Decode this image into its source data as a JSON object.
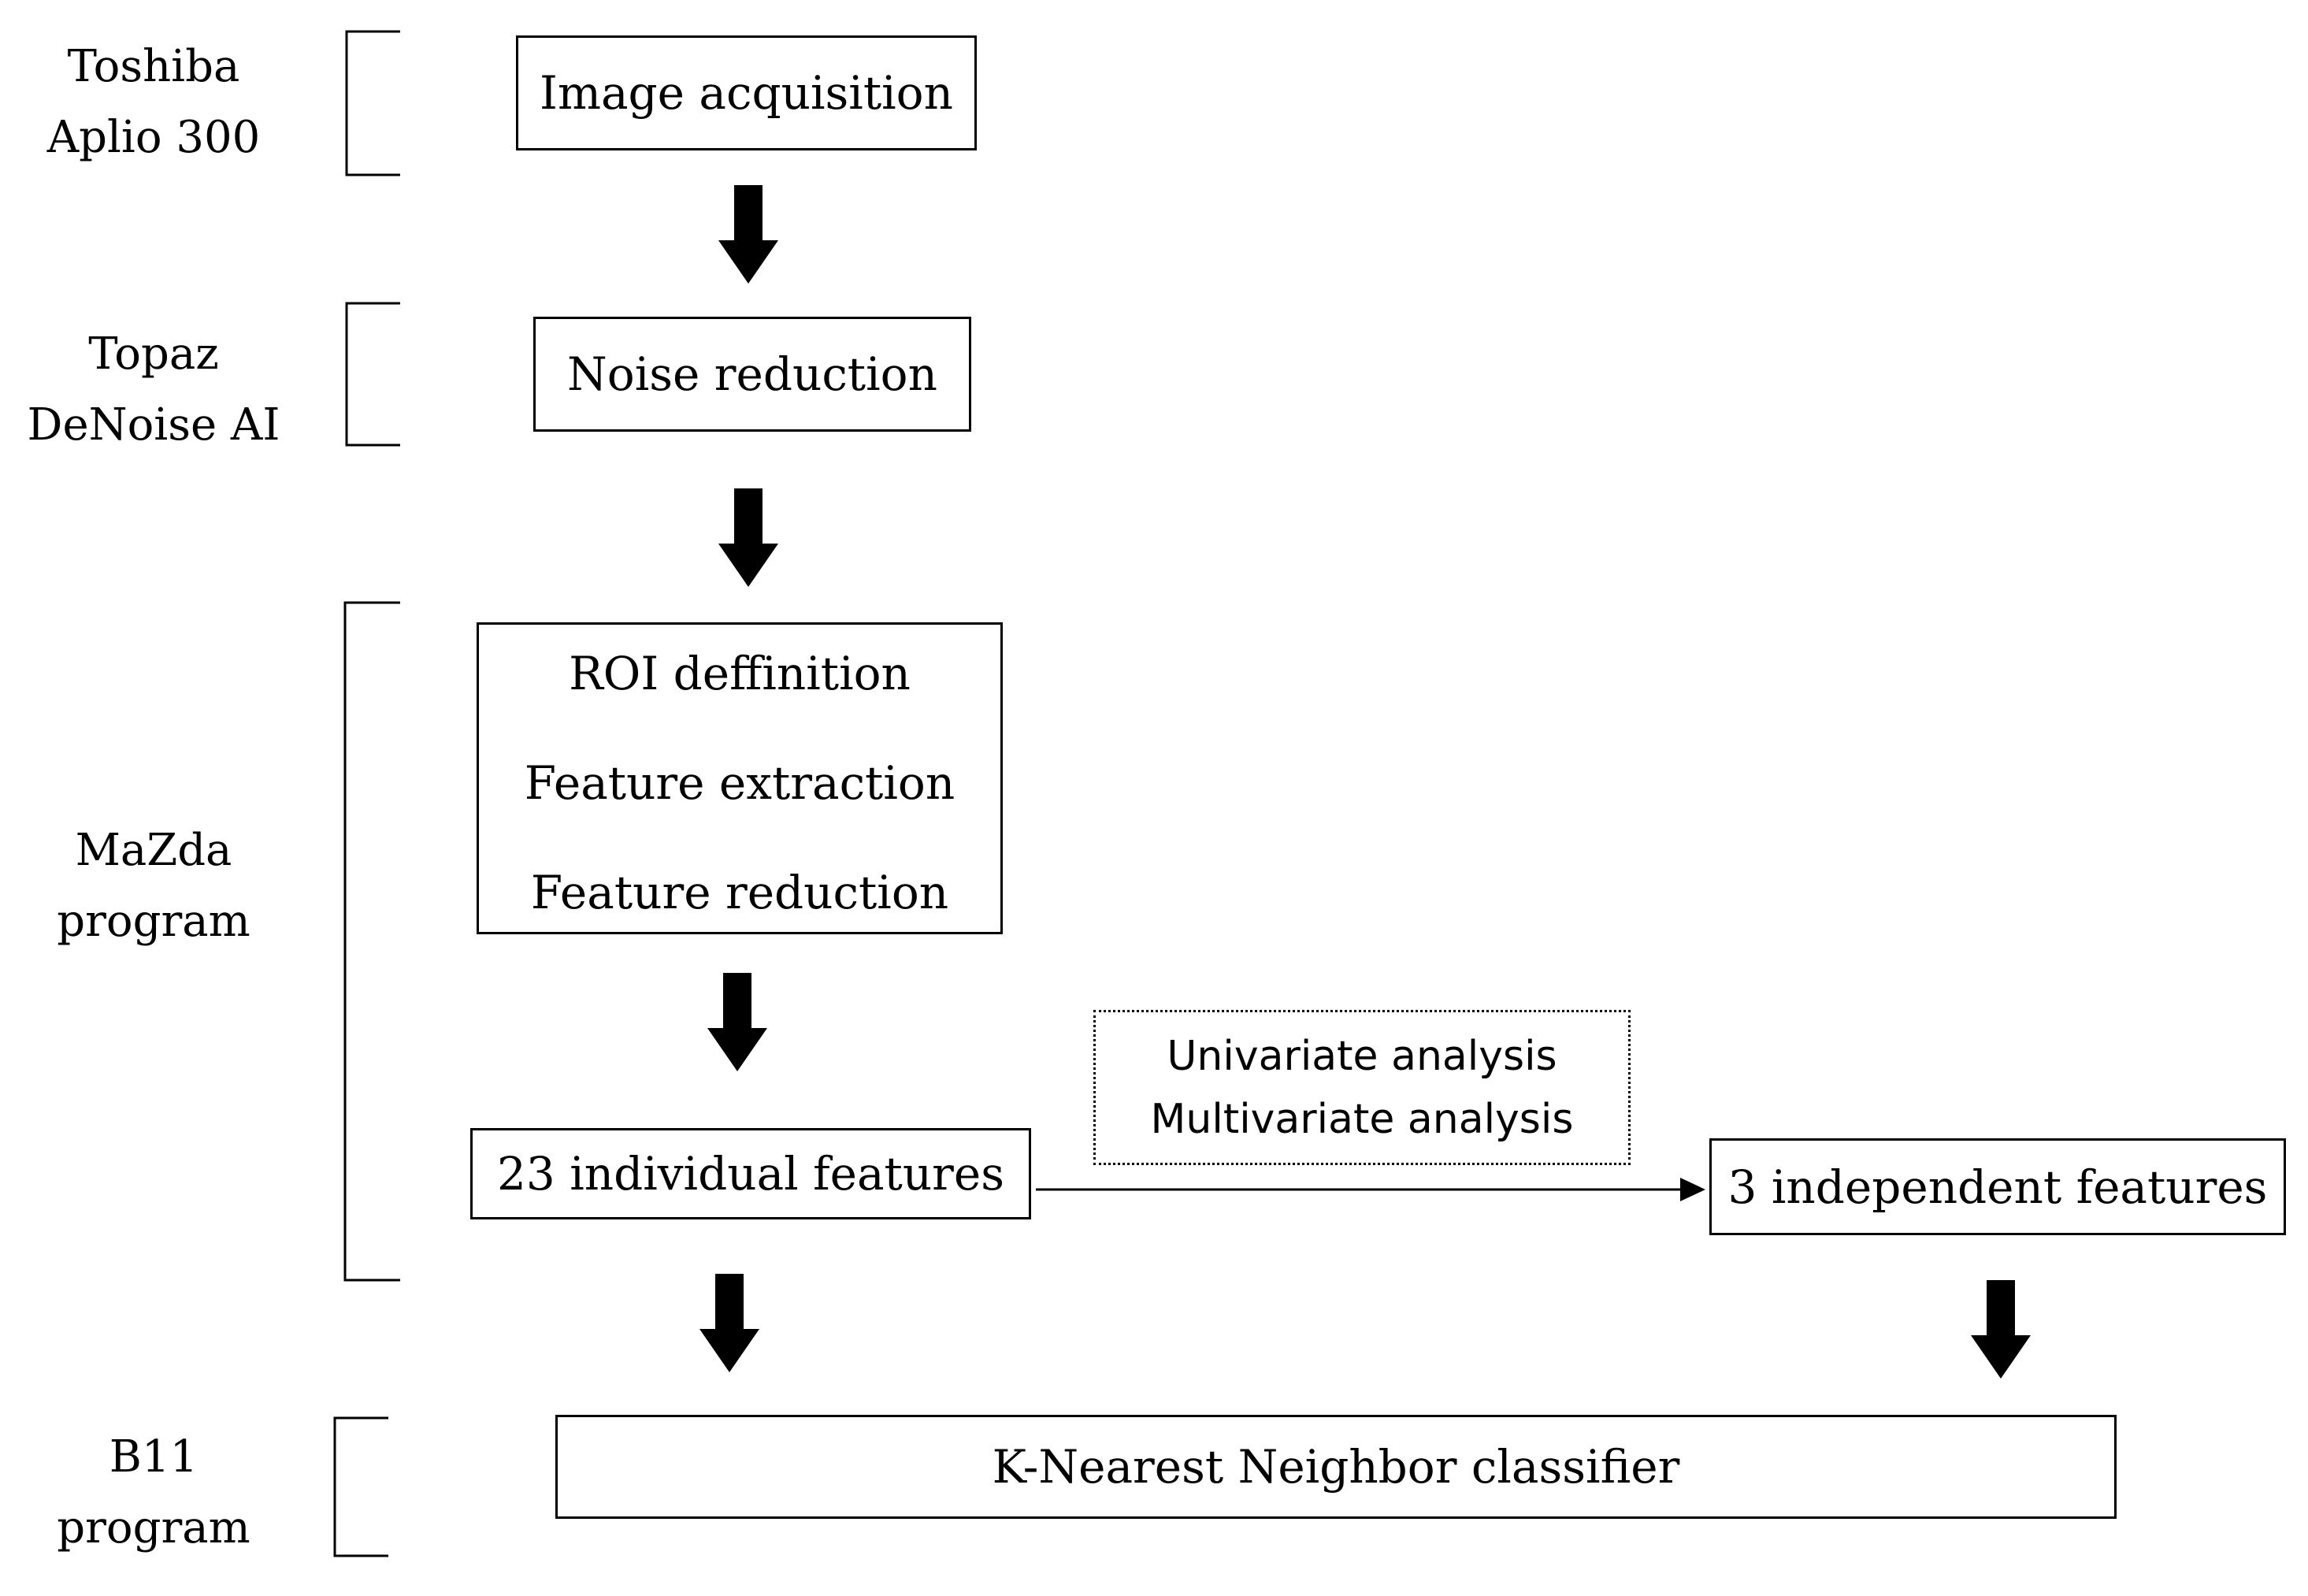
{
  "tools": {
    "toshiba": [
      "Toshiba",
      "Aplio 300"
    ],
    "topaz": [
      "Topaz",
      "DeNoise AI"
    ],
    "mazda": [
      "MaZda",
      "program"
    ],
    "b11": [
      "B11",
      "program"
    ]
  },
  "steps": {
    "image_acquisition": "Image acquisition",
    "noise_reduction": "Noise reduction",
    "roi_definition": "ROI deffinition",
    "feature_extraction": "Feature extraction",
    "feature_reduction": "Feature reduction",
    "individual_features": "23 individual features",
    "independent_features": "3 independent features",
    "knn_classifier": "K-Nearest Neighbor classifier"
  },
  "analysis": {
    "univariate": "Univariate analysis",
    "multivariate": "Multivariate analysis"
  }
}
